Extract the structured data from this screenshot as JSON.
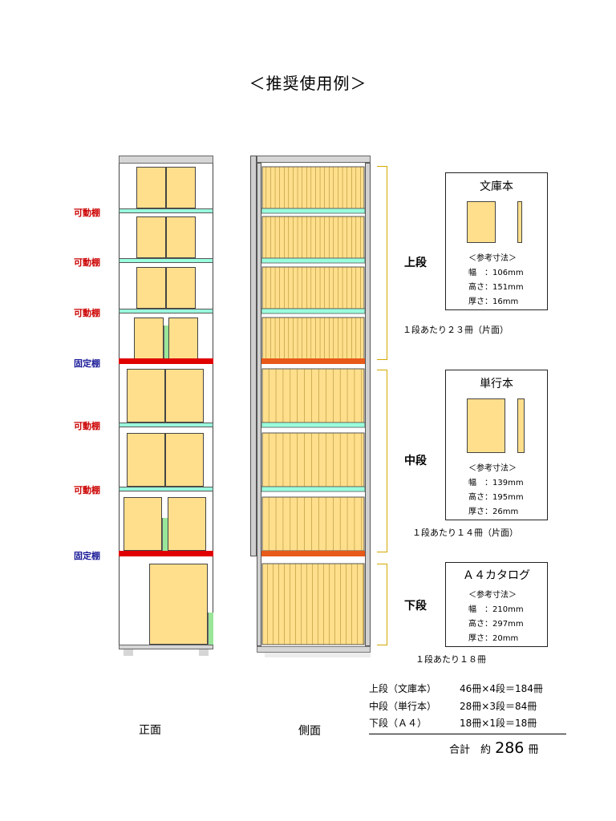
{
  "title": "＜推奨使用例＞",
  "shelf_labels": {
    "movable": "可動棚",
    "fixed": "固定棚"
  },
  "sections": {
    "upper": "上段",
    "middle": "中段",
    "lower": "下段"
  },
  "views": {
    "front": "正面",
    "side": "側面"
  },
  "boxes": [
    {
      "title": "文庫本",
      "ref": "＜参考寸法＞",
      "lines": [
        "幅　：106mm",
        "高さ：151mm",
        "厚さ：16mm"
      ]
    },
    {
      "title": "単行本",
      "ref": "＜参考寸法＞",
      "lines": [
        "幅　：139mm",
        "高さ：195mm",
        "厚さ：26mm"
      ]
    },
    {
      "title": "Ａ４カタログ",
      "ref": "＜参考寸法＞",
      "lines": [
        "幅　：210mm",
        "高さ：297mm",
        "厚さ：20mm"
      ]
    }
  ],
  "notes": {
    "upper": "１段あたり２３冊（片面）",
    "middle": "１段あたり１４冊（片面）",
    "lower": "１段あたり１８冊"
  },
  "summary": {
    "rows": [
      {
        "label": "上段（文庫本）",
        "calc": "46冊×4段＝184冊"
      },
      {
        "label": "中段（単行本）",
        "calc": "28冊×3段＝84冊"
      },
      {
        "label": "下段（Ａ４）",
        "calc": "18冊×1段＝18冊"
      }
    ],
    "total_label": "合計　約",
    "total_value": "286",
    "total_unit": "冊"
  },
  "colors": {
    "book": "#ffdf8c",
    "movable_shelf": "#99ffdd",
    "fixed_shelf_front": "#e00000",
    "fixed_shelf_side": "#e85a1a",
    "spacer": "#99e699",
    "bracket": "#d4a800"
  }
}
